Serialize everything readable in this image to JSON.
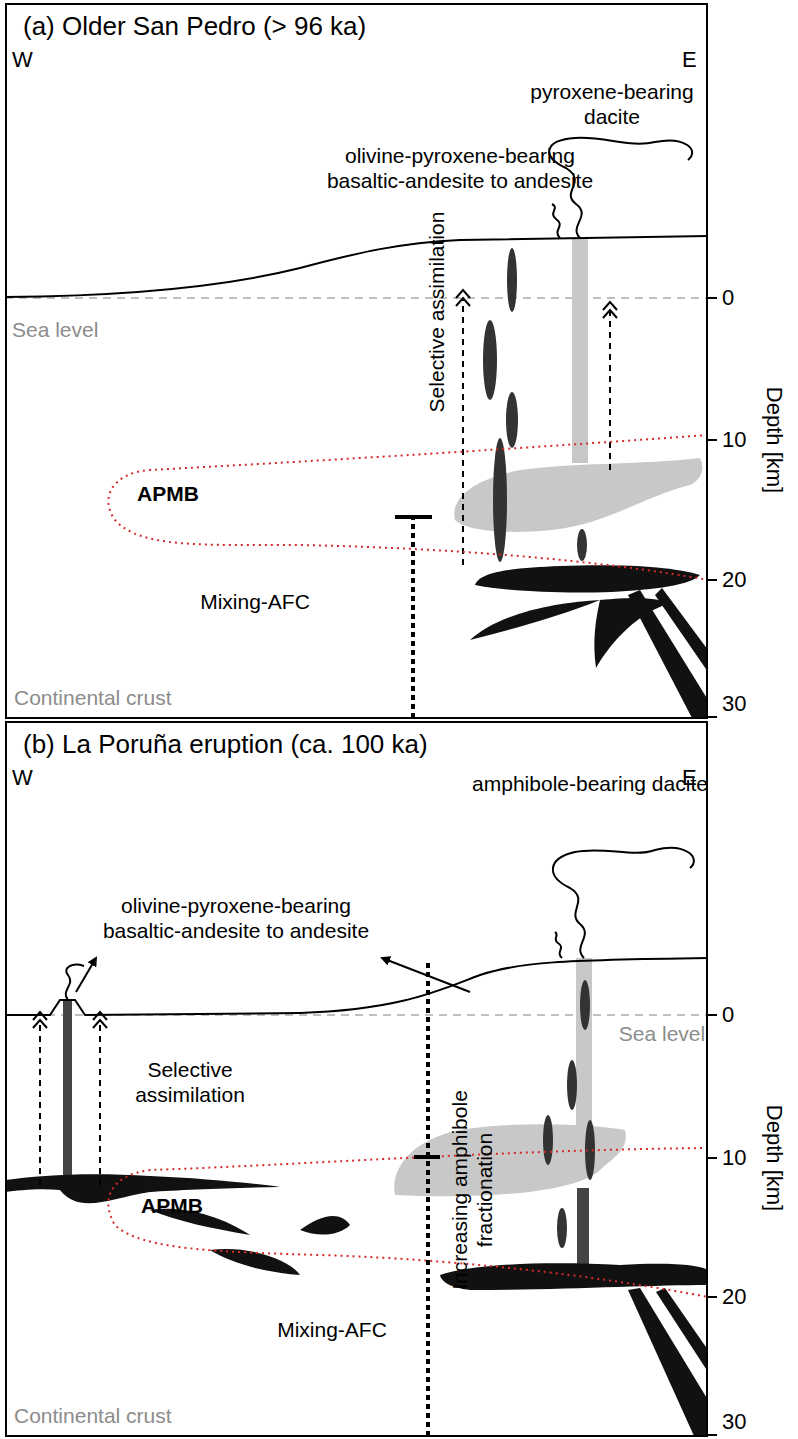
{
  "diagram": {
    "nodes": [
      {
        "text": [
          "(a) Older San Pedro (> 96 ka)"
        ]
      },
      {
        "text": [
          "(b) La Poruña eruption (ca. 100 ka)"
        ]
      }
    ],
    "labels": [
      "W",
      "E",
      "pyroxene-bearing dacite",
      "olivine-pyroxene-bearing basaltic-andesite to andesite",
      "Sea level",
      "0",
      "Selective assimilation",
      "10",
      "Depth [km]",
      "APMB",
      "20",
      "Mixing-AFC",
      "Continental crust",
      "30",
      "W",
      "E",
      "amphibole-bearing dacite",
      "olivine-pyroxene-bearing basaltic-andesite to andesite",
      "Sea level",
      "0",
      "Increasing amphibole fractionation",
      "Selective assimilation",
      "10",
      "Depth [km]",
      "APMB",
      "20",
      "Mixing-AFC",
      "Continental crust",
      "30"
    ]
  }
}
